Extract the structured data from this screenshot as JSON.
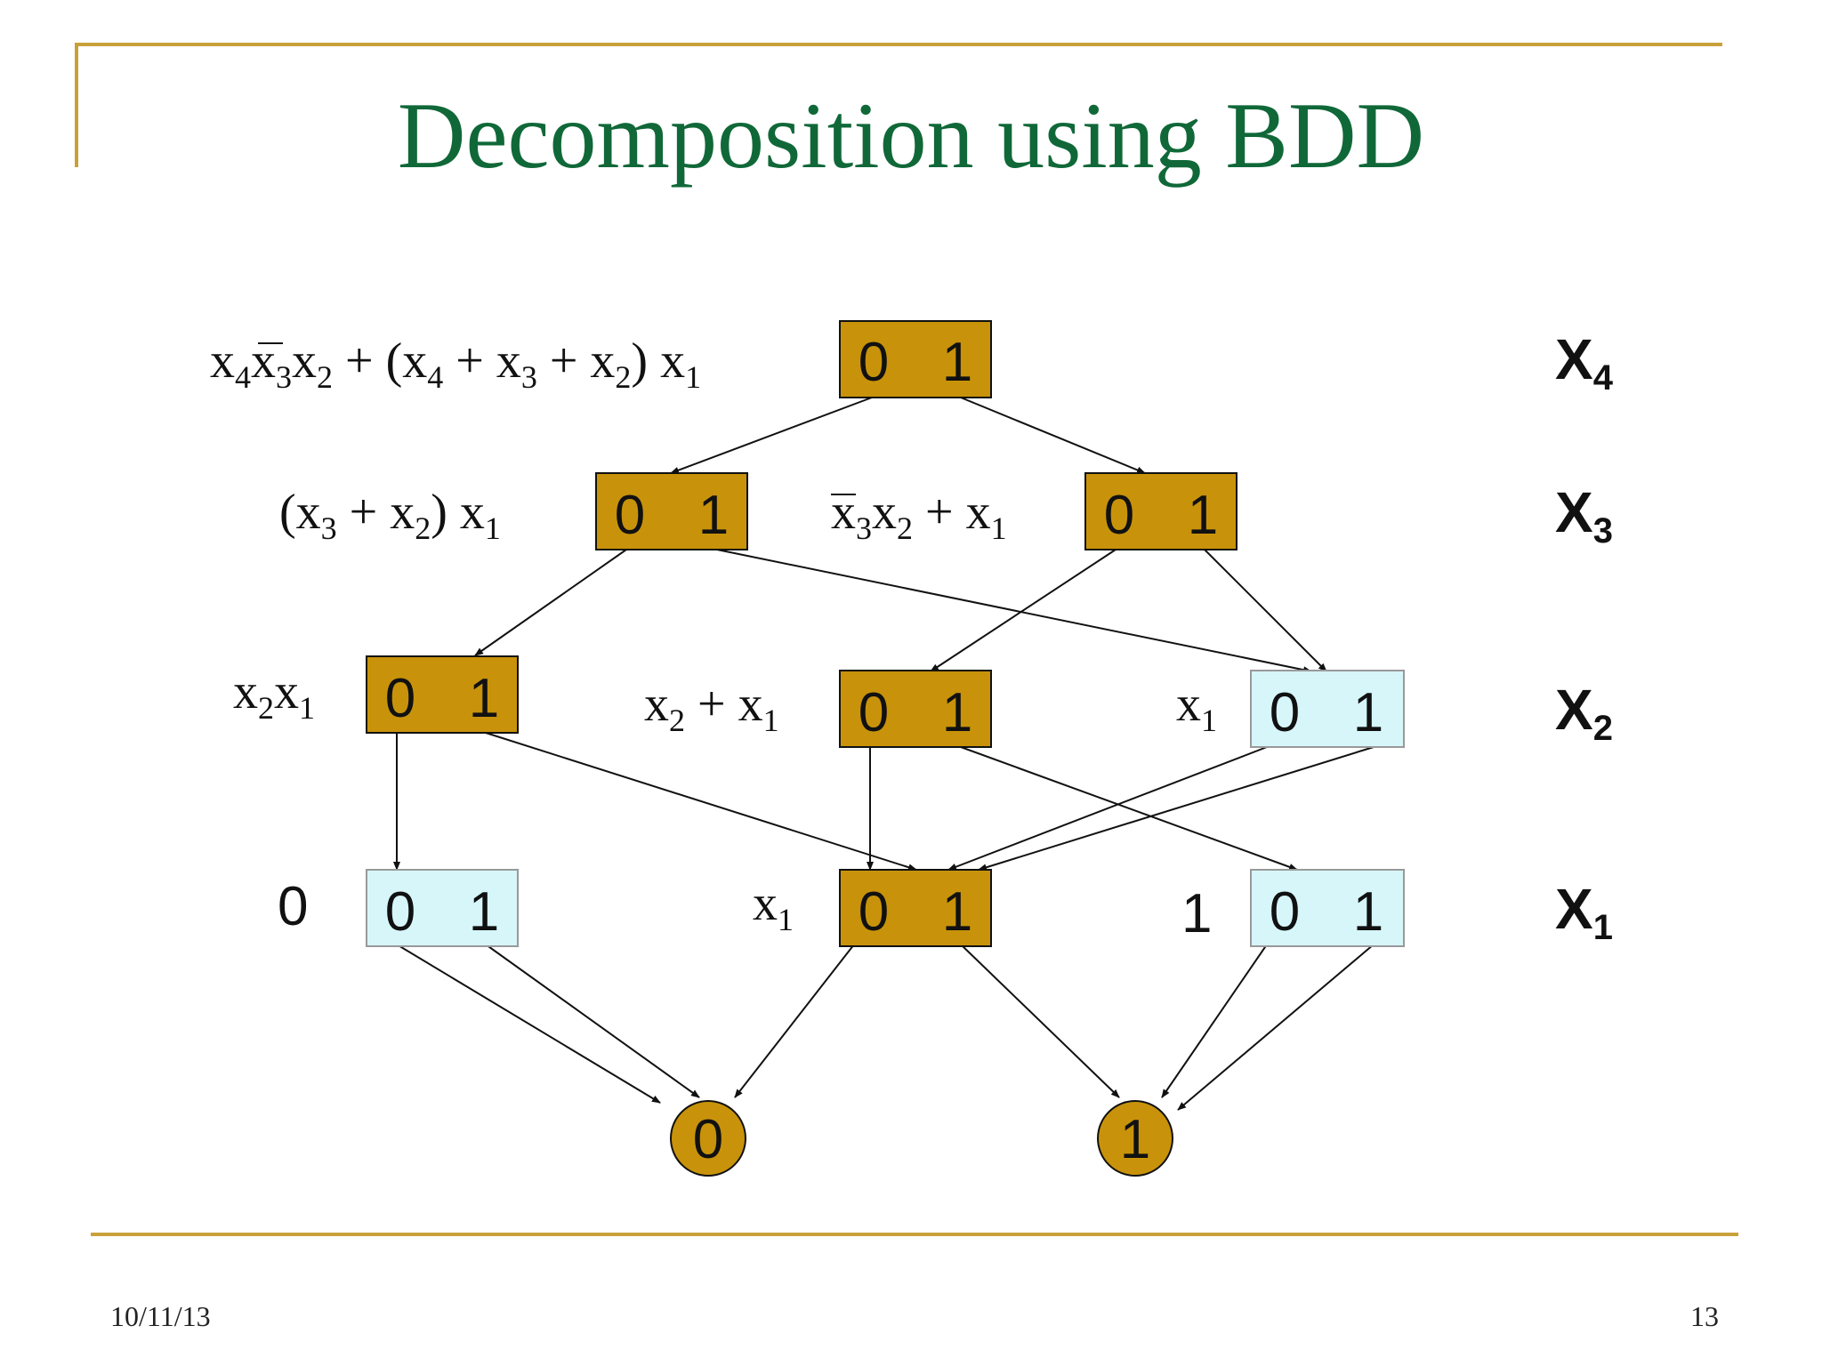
{
  "title": "Decomposition using BDD",
  "footer": {
    "date": "10/11/13",
    "page": "13"
  },
  "colors": {
    "accent": "#c8a13a",
    "title": "#106838",
    "node_gold": "#c8930a",
    "node_cyan": "#d6f6fa"
  },
  "diagram": {
    "levels": [
      {
        "base": "X",
        "sub": "4"
      },
      {
        "base": "X",
        "sub": "3"
      },
      {
        "base": "X",
        "sub": "2"
      },
      {
        "base": "X",
        "sub": "1"
      }
    ],
    "nodes": [
      {
        "id": "n4",
        "label": "0 1",
        "left": "0",
        "right": "1",
        "style": "gold",
        "expr": "x4 x̄3 x2 + (x4 + x3 + x2) x1"
      },
      {
        "id": "n3a",
        "label": "0 1",
        "left": "0",
        "right": "1",
        "style": "gold",
        "expr": "(x3 + x2) x1"
      },
      {
        "id": "n3b",
        "label": "0 1",
        "left": "0",
        "right": "1",
        "style": "gold",
        "expr": "x̄3 x2 + x1"
      },
      {
        "id": "n2a",
        "label": "0 1",
        "left": "0",
        "right": "1",
        "style": "gold",
        "expr": "x2 x1"
      },
      {
        "id": "n2b",
        "label": "0 1",
        "left": "0",
        "right": "1",
        "style": "gold",
        "expr": "x2 + x1"
      },
      {
        "id": "n2c",
        "label": "0 1",
        "left": "0",
        "right": "1",
        "style": "cyan",
        "expr": "x1"
      },
      {
        "id": "n1a",
        "label": "0 1",
        "left": "0",
        "right": "1",
        "style": "cyan",
        "expr": "0"
      },
      {
        "id": "n1b",
        "label": "0 1",
        "left": "0",
        "right": "1",
        "style": "gold",
        "expr": "x1"
      },
      {
        "id": "n1c",
        "label": "0 1",
        "left": "0",
        "right": "1",
        "style": "cyan",
        "expr": "1"
      }
    ],
    "terminals": [
      {
        "id": "t0",
        "label": "0"
      },
      {
        "id": "t1",
        "label": "1"
      }
    ],
    "edges": [
      {
        "from": "n4",
        "branch": "0",
        "to": "n3a"
      },
      {
        "from": "n4",
        "branch": "1",
        "to": "n3b"
      },
      {
        "from": "n3a",
        "branch": "0",
        "to": "n2a"
      },
      {
        "from": "n3a",
        "branch": "1",
        "to": "n2c"
      },
      {
        "from": "n3b",
        "branch": "0",
        "to": "n2b"
      },
      {
        "from": "n3b",
        "branch": "1",
        "to": "n2c"
      },
      {
        "from": "n2a",
        "branch": "0",
        "to": "n1a"
      },
      {
        "from": "n2a",
        "branch": "1",
        "to": "n1b"
      },
      {
        "from": "n2b",
        "branch": "0",
        "to": "n1b"
      },
      {
        "from": "n2b",
        "branch": "1",
        "to": "n1c"
      },
      {
        "from": "n2c",
        "branch": "0",
        "to": "n1b"
      },
      {
        "from": "n2c",
        "branch": "1",
        "to": "n1b"
      },
      {
        "from": "n1a",
        "branch": "0",
        "to": "t0"
      },
      {
        "from": "n1a",
        "branch": "1",
        "to": "t0"
      },
      {
        "from": "n1b",
        "branch": "0",
        "to": "t0"
      },
      {
        "from": "n1b",
        "branch": "1",
        "to": "t1"
      },
      {
        "from": "n1c",
        "branch": "0",
        "to": "t1"
      },
      {
        "from": "n1c",
        "branch": "1",
        "to": "t1"
      }
    ]
  }
}
